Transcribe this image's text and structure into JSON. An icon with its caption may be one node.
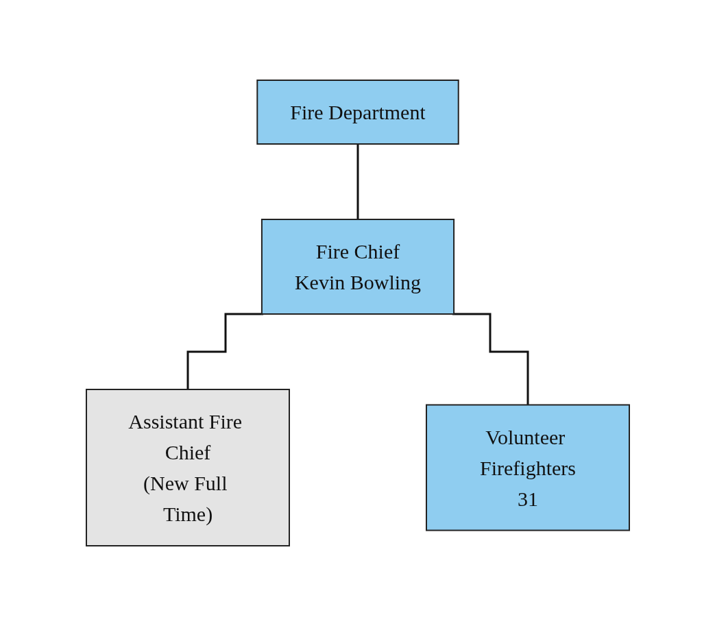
{
  "diagram": {
    "nodes": [
      {
        "text": [
          "Fire Department"
        ]
      },
      {
        "text": [
          "Fire Chief",
          "Kevin Bowling"
        ]
      },
      {
        "text": [
          "Assistant Fire Chief",
          "(New Full Time)"
        ]
      },
      {
        "text": [
          "Volunteer Firefighters",
          "31"
        ]
      }
    ],
    "edges": [
      {
        "from": 0,
        "to": 1,
        "arrow": "none"
      },
      {
        "from": 1,
        "to": 2,
        "arrow": "none"
      },
      {
        "from": 1,
        "to": 3,
        "arrow": "none"
      }
    ]
  }
}
